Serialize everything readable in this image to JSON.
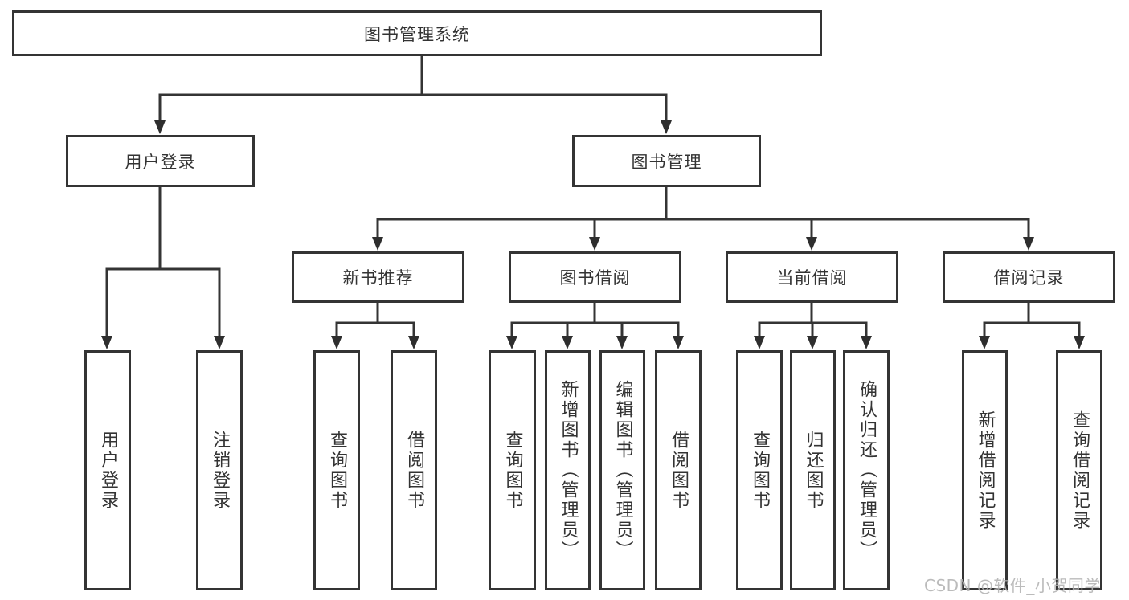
{
  "nodes": {
    "root": "图书管理系统",
    "login": "用户登录",
    "management": "图书管理",
    "recommend": "新书推荐",
    "borrow": "图书借阅",
    "current": "当前借阅",
    "records": "借阅记录",
    "login_children": [
      "用户登录",
      "注销登录"
    ],
    "recommend_children": [
      "查询图书",
      "借阅图书"
    ],
    "borrow_children": [
      "查询图书",
      "新增图书（管理员）",
      "编辑图书（管理员）",
      "借阅图书"
    ],
    "current_children": [
      "查询图书",
      "归还图书",
      "确认归还（管理员）"
    ],
    "records_children": [
      "新增借阅记录",
      "查询借阅记录"
    ]
  },
  "watermark": {
    "text": "CSDN @软件_小贺同学"
  },
  "colors": {
    "line": "#343434",
    "box_border": "#343434",
    "text": "#333333",
    "watermark": "#b2b2b2",
    "background": "#ffffff"
  }
}
